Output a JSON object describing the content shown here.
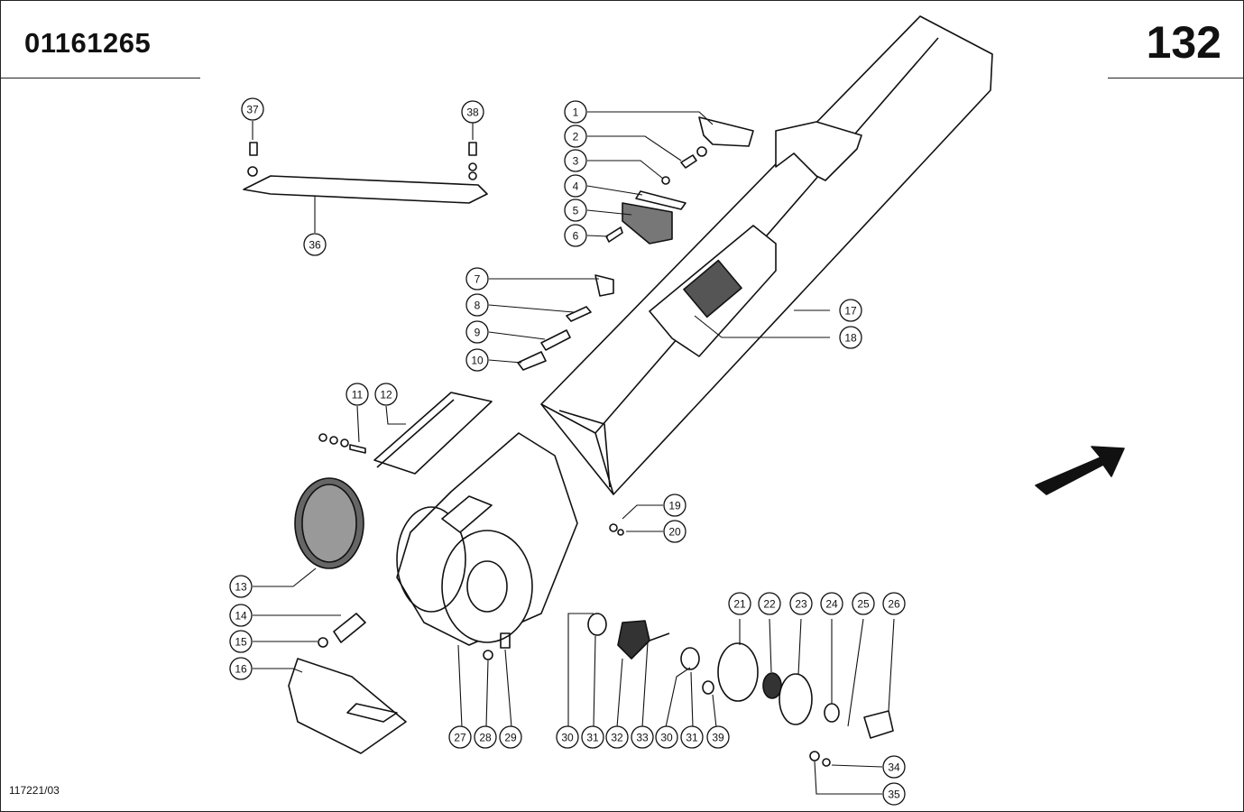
{
  "header": {
    "part_number": "01161265",
    "page_number": "132"
  },
  "footer": {
    "figure_ref": "117221/03"
  },
  "callouts": [
    "1",
    "2",
    "3",
    "4",
    "5",
    "6",
    "7",
    "8",
    "9",
    "10",
    "11",
    "12",
    "13",
    "14",
    "15",
    "16",
    "17",
    "18",
    "19",
    "20",
    "21",
    "22",
    "23",
    "24",
    "25",
    "26",
    "27",
    "28",
    "29",
    "30",
    "31",
    "32",
    "33",
    "30",
    "31",
    "39",
    "34",
    "35",
    "36",
    "37",
    "38"
  ]
}
